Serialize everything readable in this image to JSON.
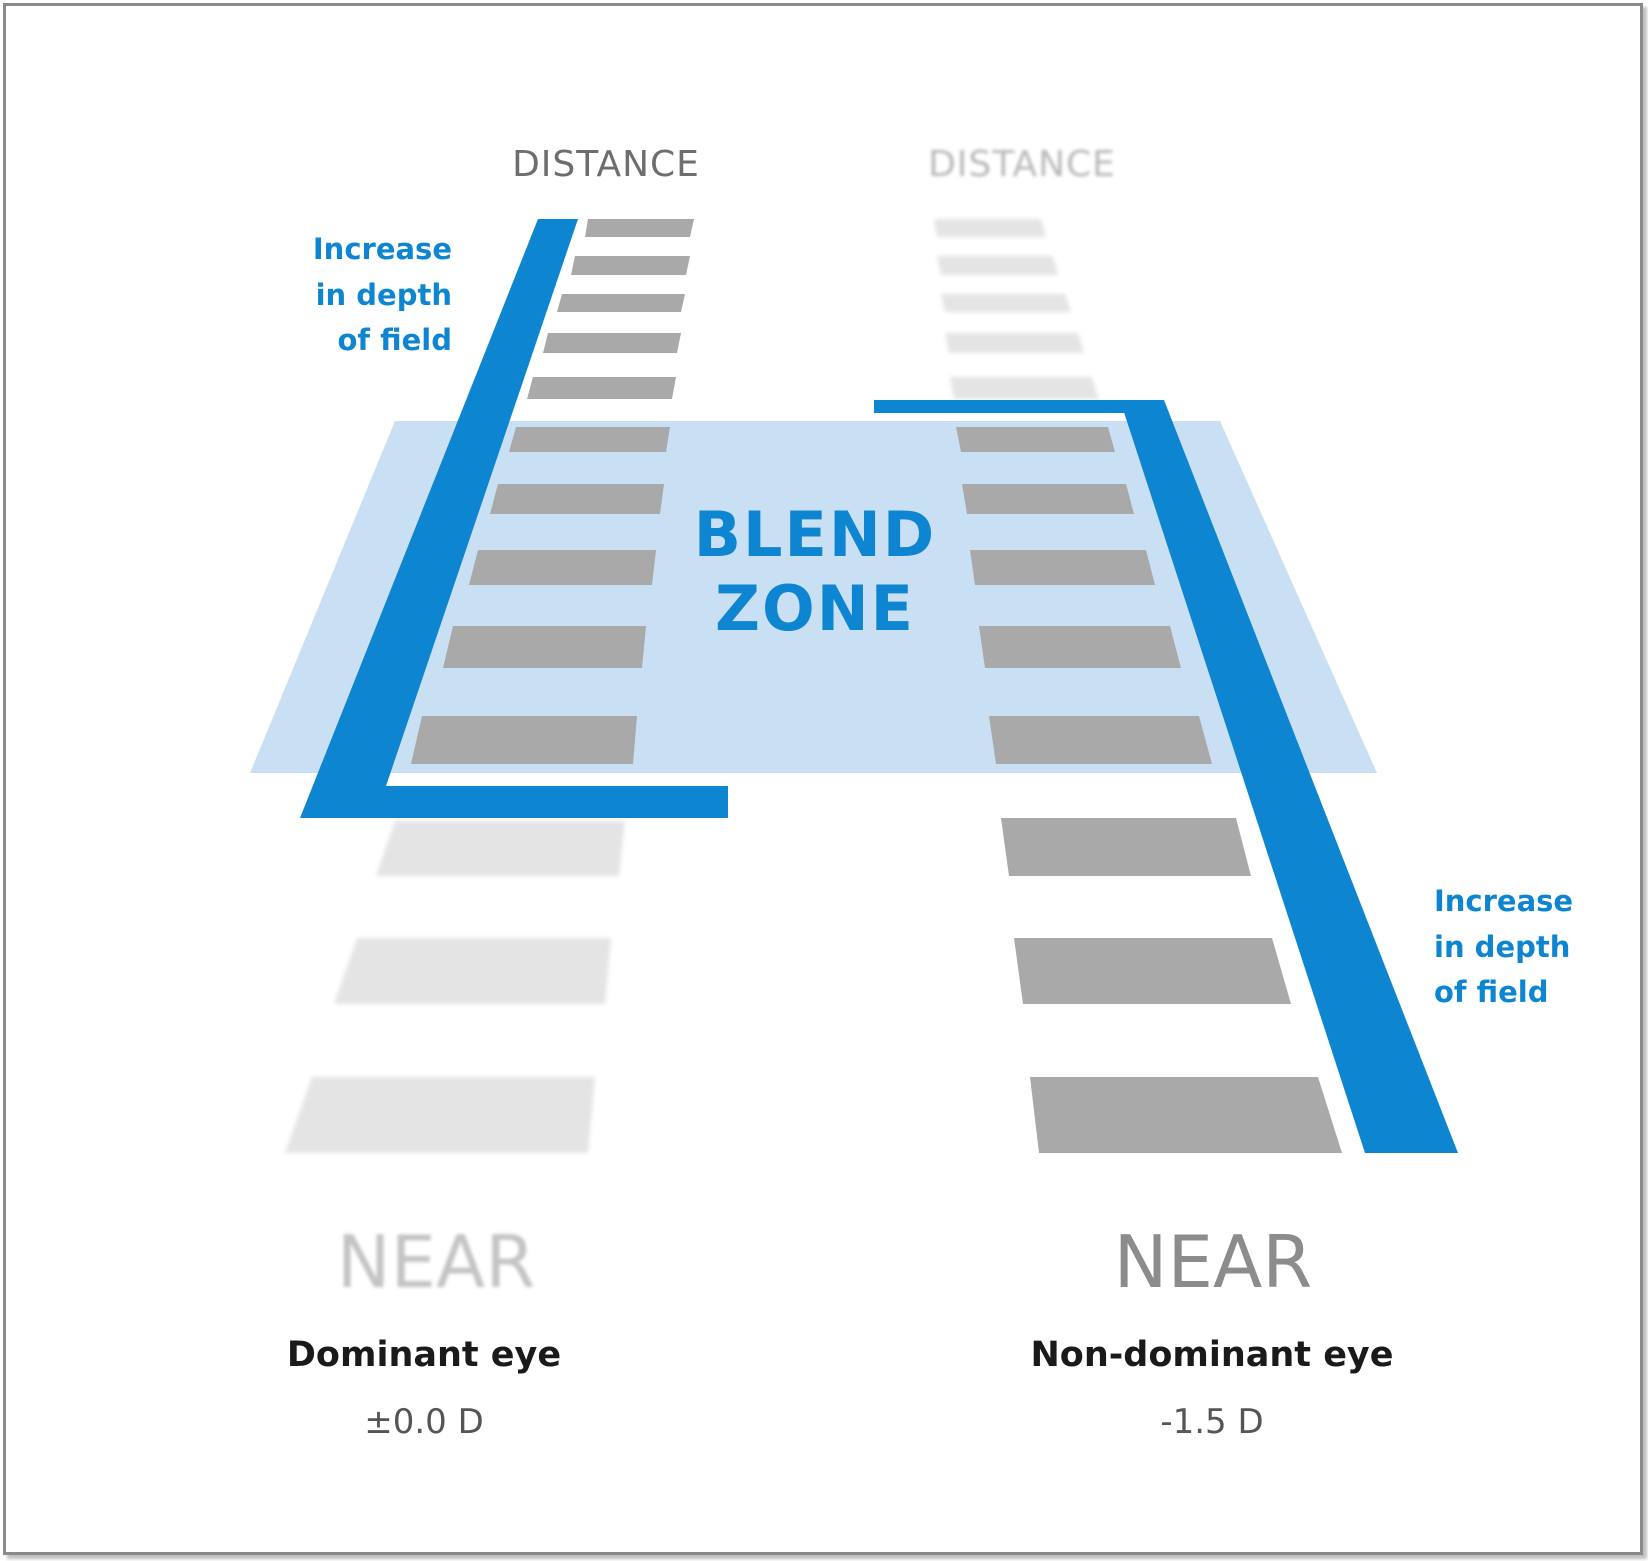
{
  "colors": {
    "accent_blue": "#0d85d0",
    "blend_fill": "#c9dff4",
    "bar_dark": "#a9a9a9",
    "bar_light": "#e4e4e4",
    "text_dark": "#1a1a1a",
    "text_gray": "#6e6e6e"
  },
  "dominant_eye": {
    "top_label": "DISTANCE",
    "bottom_label": "NEAR",
    "eye_label": "Dominant eye",
    "power": "±0.0 D"
  },
  "non_dominant_eye": {
    "top_label": "DISTANCE",
    "bottom_label": "NEAR",
    "eye_label": "Non-dominant eye",
    "power": "-1.5 D"
  },
  "blend_zone": {
    "line1": "BLEND",
    "line2": "ZONE"
  },
  "depth_of_field_left": {
    "line1": "Increase",
    "line2": "in depth",
    "line3": "of field"
  },
  "depth_of_field_right": {
    "line1": "Increase",
    "line2": "in depth",
    "line3": "of field"
  }
}
